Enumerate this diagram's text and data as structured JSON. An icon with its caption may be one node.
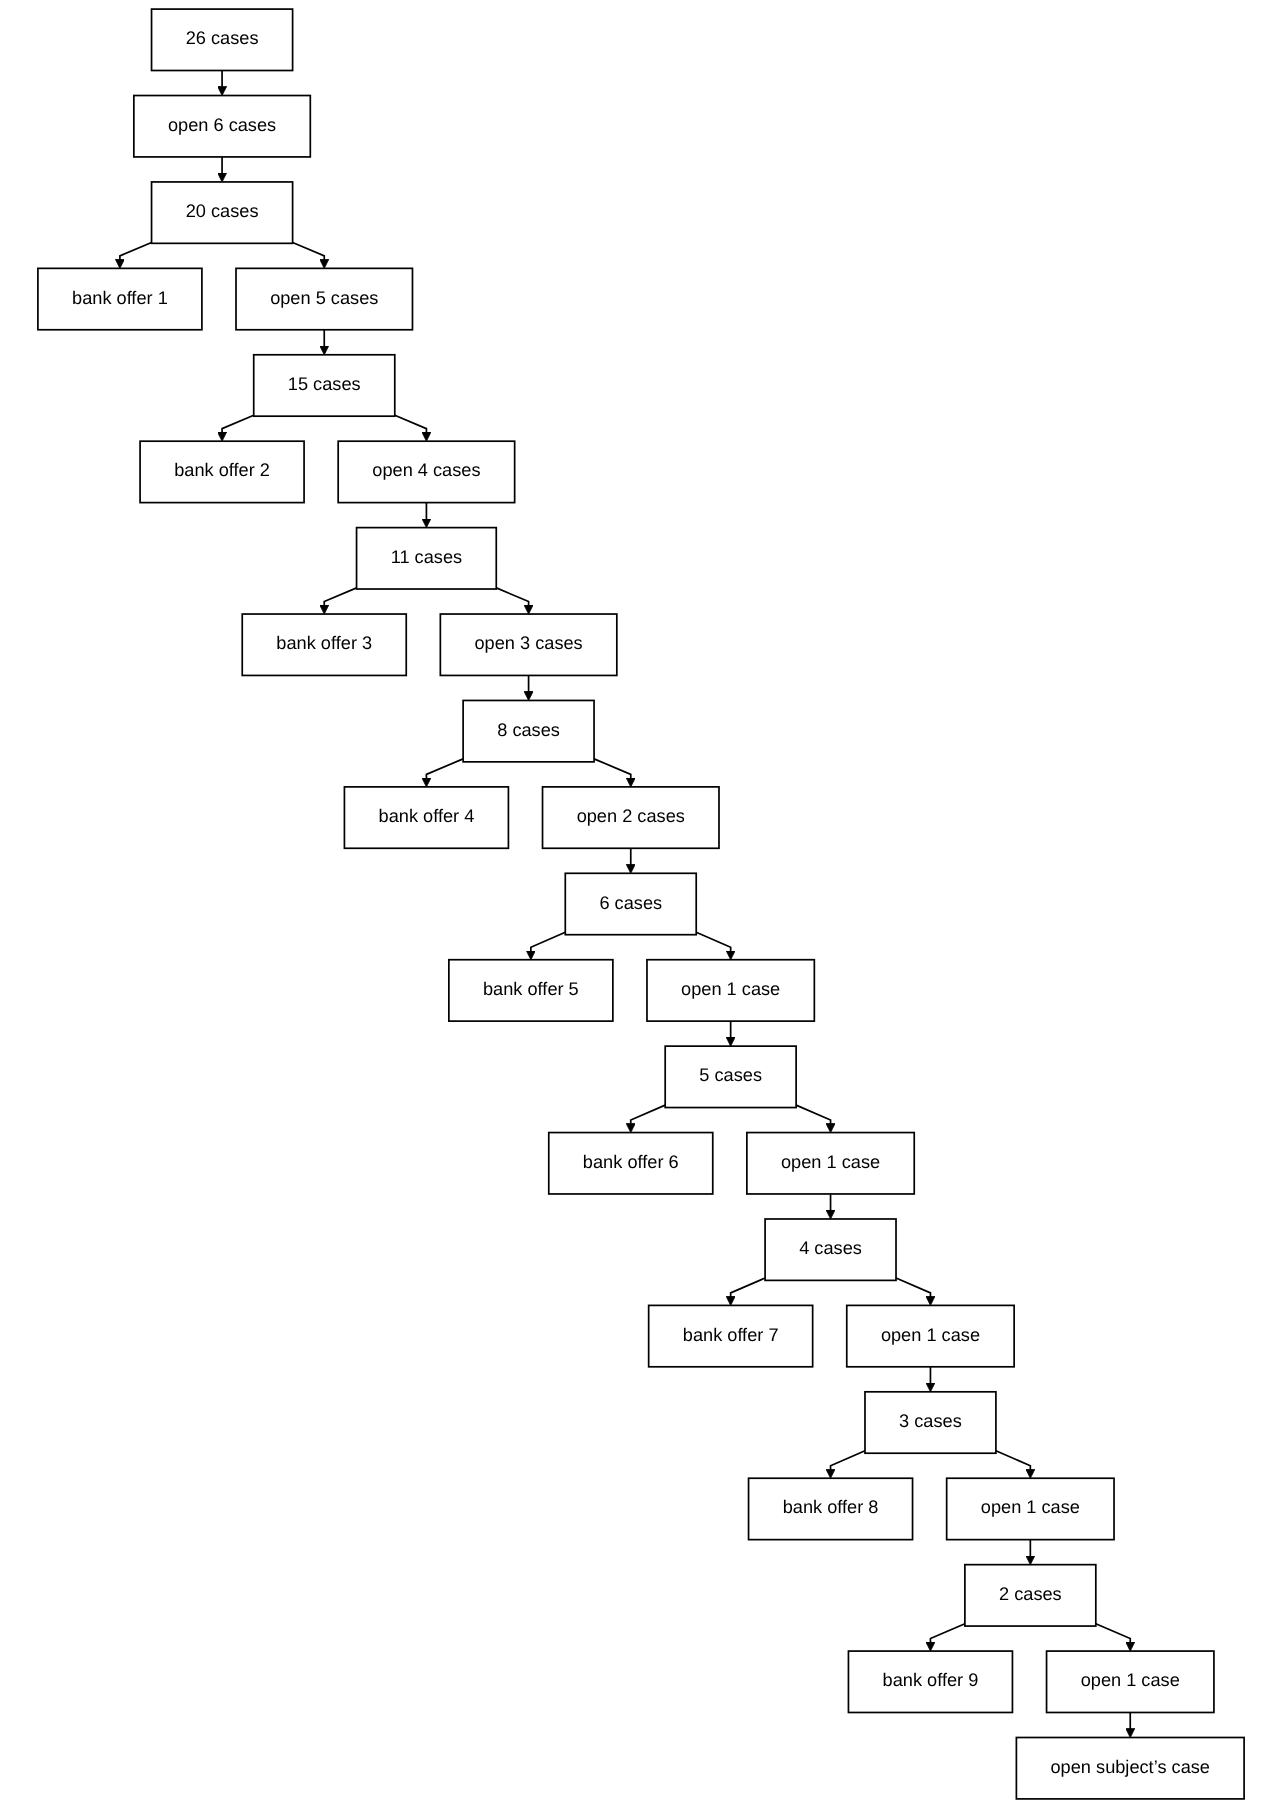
{
  "diagram": {
    "nodes": [
      {
        "text": [
          "26 cases"
        ]
      },
      {
        "text": [
          "open 6 cases"
        ]
      },
      {
        "text": [
          "bank offer 1"
        ]
      },
      {
        "text": [
          "20 cases"
        ]
      },
      {
        "text": [
          "open 5 cases"
        ]
      },
      {
        "text": [
          "bank offer 2"
        ]
      },
      {
        "text": [
          "15 cases"
        ]
      },
      {
        "text": [
          "open 4 cases"
        ]
      },
      {
        "text": [
          "bank offer 3"
        ]
      },
      {
        "text": [
          "11 cases"
        ]
      },
      {
        "text": [
          "open 3 cases"
        ]
      },
      {
        "text": [
          "bank offer 4"
        ]
      },
      {
        "text": [
          "8 cases"
        ]
      },
      {
        "text": [
          "open 2 cases"
        ]
      },
      {
        "text": [
          "bank offer 5"
        ]
      },
      {
        "text": [
          "6 cases"
        ]
      },
      {
        "text": [
          "open 1 case"
        ]
      },
      {
        "text": [
          "bank offer 6"
        ]
      },
      {
        "text": [
          "5 cases"
        ]
      },
      {
        "text": [
          "open 1 case"
        ]
      },
      {
        "text": [
          "bank offer 7"
        ]
      },
      {
        "text": [
          "4 cases"
        ]
      },
      {
        "text": [
          "open 1 case"
        ]
      },
      {
        "text": [
          "bank offer 8"
        ]
      },
      {
        "text": [
          "3 cases"
        ]
      },
      {
        "text": [
          "open 1 case"
        ]
      },
      {
        "text": [
          "bank offer 9"
        ]
      },
      {
        "text": [
          "2 cases"
        ]
      },
      {
        "text": [
          "open 1 case"
        ]
      },
      {
        "text": [
          "open subject’s case"
        ]
      }
    ],
    "edges": [
      {
        "from": 0,
        "to": 1,
        "arrow": "to"
      },
      {
        "from": 1,
        "to": 3,
        "arrow": "to"
      },
      {
        "from": 3,
        "to": 2,
        "arrow": "to"
      },
      {
        "from": 3,
        "to": 4,
        "arrow": "to"
      },
      {
        "from": 4,
        "to": 6,
        "arrow": "to"
      },
      {
        "from": 6,
        "to": 5,
        "arrow": "to"
      },
      {
        "from": 6,
        "to": 7,
        "arrow": "to"
      },
      {
        "from": 7,
        "to": 9,
        "arrow": "to"
      },
      {
        "from": 9,
        "to": 8,
        "arrow": "to"
      },
      {
        "from": 9,
        "to": 10,
        "arrow": "to"
      },
      {
        "from": 10,
        "to": 12,
        "arrow": "to"
      },
      {
        "from": 12,
        "to": 11,
        "arrow": "to"
      },
      {
        "from": 12,
        "to": 13,
        "arrow": "to"
      },
      {
        "from": 13,
        "to": 15,
        "arrow": "to"
      },
      {
        "from": 15,
        "to": 14,
        "arrow": "to"
      },
      {
        "from": 15,
        "to": 16,
        "arrow": "to"
      },
      {
        "from": 16,
        "to": 18,
        "arrow": "to"
      },
      {
        "from": 18,
        "to": 17,
        "arrow": "to"
      },
      {
        "from": 18,
        "to": 19,
        "arrow": "to"
      },
      {
        "from": 19,
        "to": 21,
        "arrow": "to"
      },
      {
        "from": 21,
        "to": 20,
        "arrow": "to"
      },
      {
        "from": 21,
        "to": 22,
        "arrow": "to"
      },
      {
        "from": 22,
        "to": 24,
        "arrow": "to"
      },
      {
        "from": 24,
        "to": 23,
        "arrow": "to"
      },
      {
        "from": 24,
        "to": 25,
        "arrow": "to"
      },
      {
        "from": 25,
        "to": 27,
        "arrow": "to"
      },
      {
        "from": 27,
        "to": 26,
        "arrow": "to"
      },
      {
        "from": 27,
        "to": 28,
        "arrow": "to"
      },
      {
        "from": 28,
        "to": 29,
        "arrow": "to"
      }
    ]
  }
}
